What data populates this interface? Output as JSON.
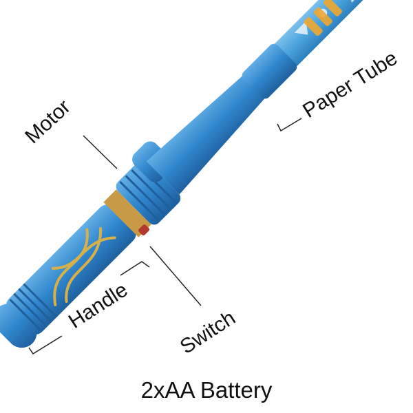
{
  "labels": {
    "motor": "Motor",
    "paper_tube": "Paper Tube",
    "handle": "Handle",
    "switch": "Switch"
  },
  "caption": "2xAA Battery",
  "colors": {
    "body_blue": "#2f86cc",
    "body_shadow": "#1f5f9e",
    "body_highlight": "#63aee6",
    "tube_blue": "#4aa3dd",
    "band_gold": "#c99a45",
    "deco_gold": "#d7b04a",
    "leader_line": "#222222"
  }
}
